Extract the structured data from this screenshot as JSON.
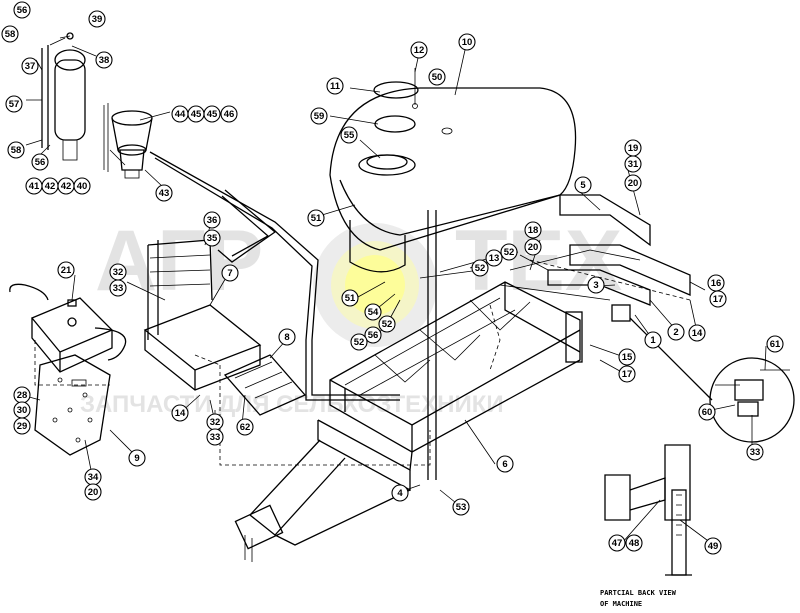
{
  "watermark": {
    "logo_left": "АГР",
    "logo_right": "ТЕХ",
    "tagline": "ЗАПЧАСТИ ДЛЯ СЕЛЬХОЗТЕХНИКИ"
  },
  "caption": {
    "line1": "PARTCIAL BACK VIEW",
    "line2": "OF MACHINE"
  },
  "callouts": [
    {
      "label": "56"
    },
    {
      "label": "39"
    },
    {
      "label": "58"
    },
    {
      "label": "38"
    },
    {
      "label": "37"
    },
    {
      "label": "57"
    },
    {
      "label": "58"
    },
    {
      "label": "56"
    },
    {
      "label": "41"
    },
    {
      "label": "42"
    },
    {
      "label": "42"
    },
    {
      "label": "40"
    },
    {
      "label": "44"
    },
    {
      "label": "45"
    },
    {
      "label": "45"
    },
    {
      "label": "46"
    },
    {
      "label": "43"
    },
    {
      "label": "12"
    },
    {
      "label": "10"
    },
    {
      "label": "11"
    },
    {
      "label": "50"
    },
    {
      "label": "59"
    },
    {
      "label": "55"
    },
    {
      "label": "51"
    },
    {
      "label": "19"
    },
    {
      "label": "31"
    },
    {
      "label": "20"
    },
    {
      "label": "5"
    },
    {
      "label": "36"
    },
    {
      "label": "35"
    },
    {
      "label": "21"
    },
    {
      "label": "32"
    },
    {
      "label": "33"
    },
    {
      "label": "7"
    },
    {
      "label": "18"
    },
    {
      "label": "20"
    },
    {
      "label": "13"
    },
    {
      "label": "52"
    },
    {
      "label": "52"
    },
    {
      "label": "51"
    },
    {
      "label": "54"
    },
    {
      "label": "52"
    },
    {
      "label": "56"
    },
    {
      "label": "52"
    },
    {
      "label": "3"
    },
    {
      "label": "16"
    },
    {
      "label": "17"
    },
    {
      "label": "2"
    },
    {
      "label": "14"
    },
    {
      "label": "1"
    },
    {
      "label": "15"
    },
    {
      "label": "17"
    },
    {
      "label": "8"
    },
    {
      "label": "61"
    },
    {
      "label": "28"
    },
    {
      "label": "30"
    },
    {
      "label": "29"
    },
    {
      "label": "14"
    },
    {
      "label": "32"
    },
    {
      "label": "33"
    },
    {
      "label": "62"
    },
    {
      "label": "60"
    },
    {
      "label": "33"
    },
    {
      "label": "9"
    },
    {
      "label": "34"
    },
    {
      "label": "20"
    },
    {
      "label": "6"
    },
    {
      "label": "4"
    },
    {
      "label": "53"
    },
    {
      "label": "47"
    },
    {
      "label": "48"
    },
    {
      "label": "49"
    }
  ]
}
